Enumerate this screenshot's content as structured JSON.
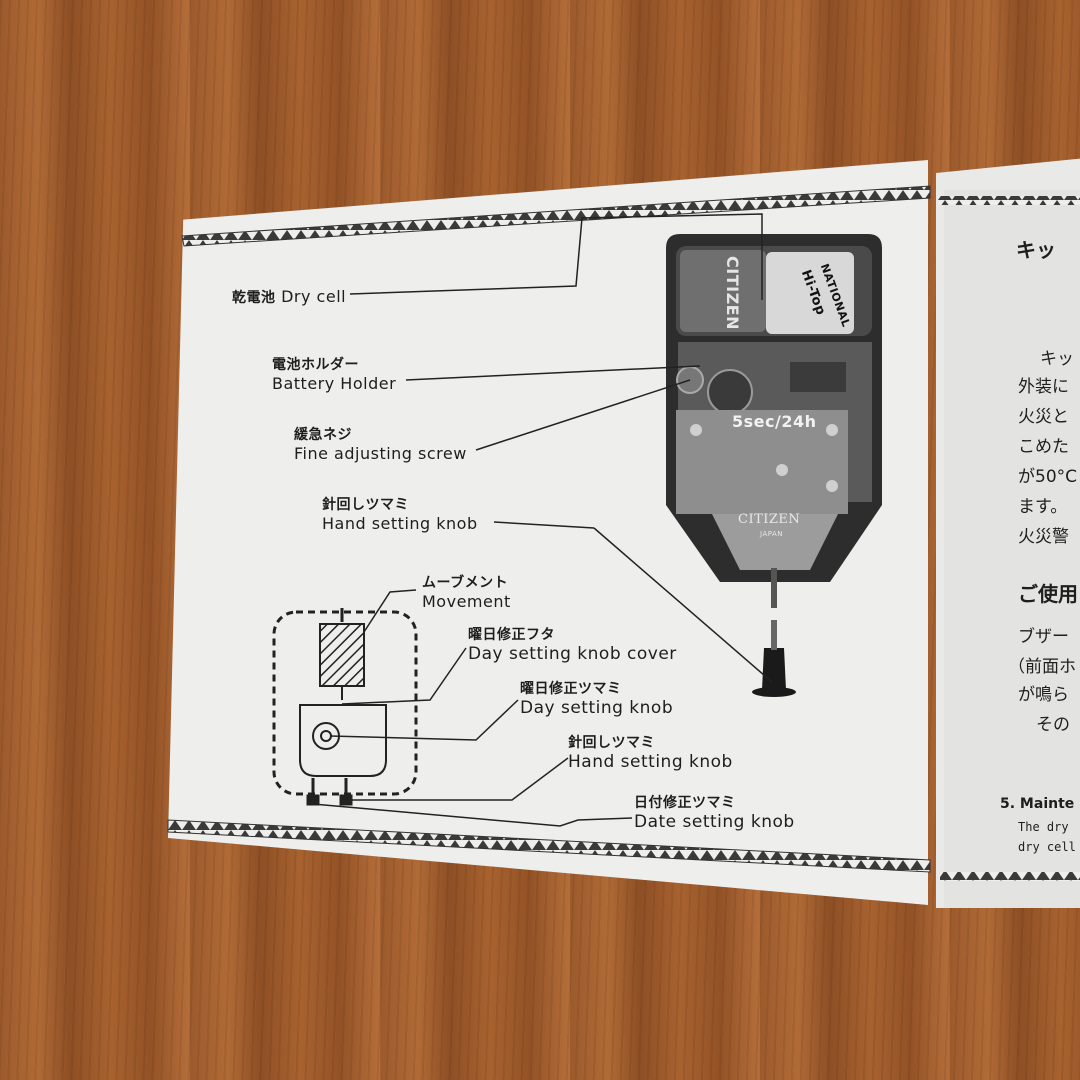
{
  "labels": {
    "dry_cell": {
      "jp": "乾電池",
      "en": "Dry cell"
    },
    "battery_holder": {
      "jp": "電池ホルダー",
      "en": "Battery Holder"
    },
    "fine_adjusting_screw": {
      "jp": "緩急ネジ",
      "en": "Fine adjusting screw"
    },
    "hand_setting_knob_top": {
      "jp": "針回しツマミ",
      "en": "Hand setting knob"
    },
    "movement": {
      "jp": "ムーブメント",
      "en": "Movement"
    },
    "day_setting_knob_cover": {
      "jp": "曜日修正フタ",
      "en": "Day setting  knob cover"
    },
    "day_setting_knob": {
      "jp": "曜日修正ツマミ",
      "en": "Day  setting  knob"
    },
    "hand_setting_knob_bottom": {
      "jp": "針回しツマミ",
      "en": "Hand  setting  knob"
    },
    "date_setting_knob": {
      "jp": "日付修正ツマミ",
      "en": "Date  setting  knob"
    }
  },
  "photo": {
    "battery_brand_1": "NATIONAL",
    "battery_brand_2": "Hi-Top",
    "battery_label": "CITIZEN",
    "rate_text": "5sec/24h",
    "movement_brand": "CITIZEN",
    "movement_origin": "JAPAN"
  },
  "right_page": {
    "heading": "キッ",
    "lines": [
      "キッ",
      "外装に",
      "火災と",
      "こめた",
      "が50°C",
      "ます。",
      "火災警"
    ],
    "subheading": "ご使用",
    "lines2": [
      "ブザー",
      "（前面ホ",
      "が鳴ら",
      "その"
    ],
    "footer_title": "5. Mainte",
    "footer_line1": "The dry",
    "footer_line2": "dry cell"
  },
  "colors": {
    "paper": "#eeeeed",
    "ink": "#1e1e1e",
    "wood": "#a8622f"
  }
}
